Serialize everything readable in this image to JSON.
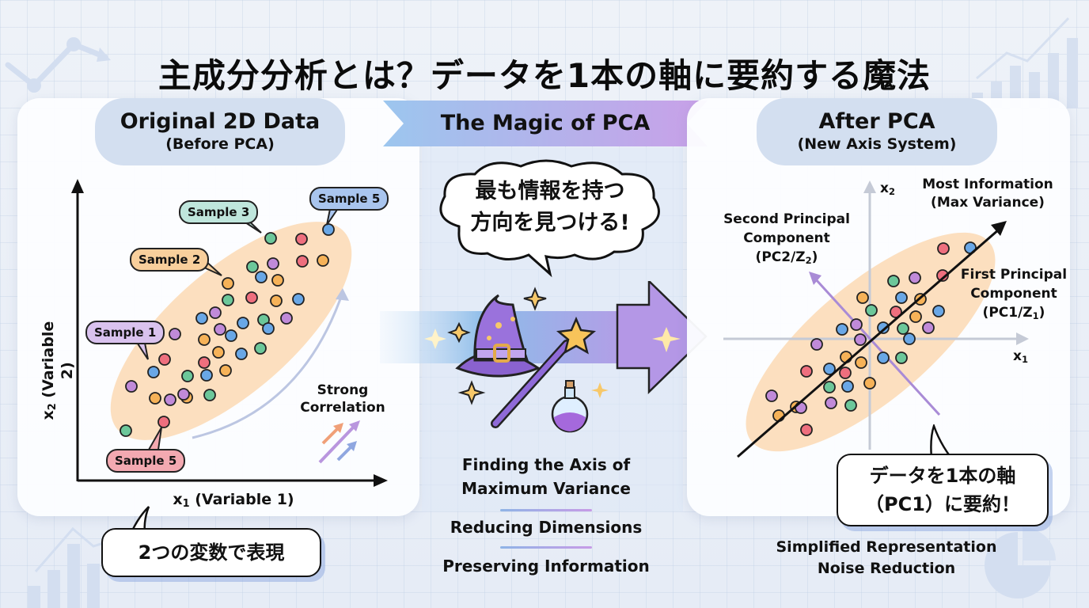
{
  "title": "主成分分析とは？データを1本の軸に要約する魔法",
  "left_panel": {
    "heading": "Original 2D Data",
    "subheading": "(Before PCA)",
    "y_axis_label_var": "x",
    "y_axis_label_sub": "2",
    "y_axis_label_rest": " (Variable 2)",
    "x_axis_label_var": "x",
    "x_axis_label_sub": "1",
    "x_axis_label_rest": " (Variable 1)",
    "sample_tags": [
      {
        "label": "Sample 3",
        "color": "#bfe6dc"
      },
      {
        "label": "Sample 5",
        "color": "#a9c5ee"
      },
      {
        "label": "Sample 2",
        "color": "#f8cf9c"
      },
      {
        "label": "Sample 1",
        "color": "#d9c2ee"
      },
      {
        "label": "Sample 5",
        "color": "#f3a9b1"
      }
    ],
    "annotation": "Strong\nCorrelation",
    "callout": "2つの変数で表現"
  },
  "center_panel": {
    "ribbon_title": "The Magic of PCA",
    "thought_bubble_line1": "最も情報を持つ",
    "thought_bubble_line2": "方向を見つける!",
    "caption_line1": "Finding the Axis of",
    "caption_line2": "Maximum Variance",
    "point1": "Reducing Dimensions",
    "point2": "Preserving Information"
  },
  "right_panel": {
    "heading": "After PCA",
    "subheading": "(New Axis System)",
    "x2_label": "x",
    "x2_sub": "2",
    "x1_label": "x",
    "x1_sub": "1",
    "most_info_line1": "Most Information",
    "most_info_line2": "(Max Variance)",
    "pc2_line1": "Second Principal",
    "pc2_line2": "Component",
    "pc2_line3_pre": "(PC2/Z",
    "pc2_line3_sub": "2",
    "pc2_line3_post": ")",
    "pc1_line1": "First Principal",
    "pc1_line2": "Component",
    "pc1_line3_pre": "(PC1/Z",
    "pc1_line3_sub": "1",
    "pc1_line3_post": ")",
    "callout_line1": "データを1本の軸",
    "callout_line2": "（PC1）に要約！",
    "footer_line1": "Simplified Representation",
    "footer_line2": "Noise Reduction"
  },
  "colors": {
    "point_green": "#6cc79a",
    "point_red": "#ee6f7e",
    "point_blue": "#69a7e6",
    "point_orange": "#f6b258",
    "point_purple": "#c08ad9",
    "ellipse": "#fbd9b4",
    "pc2_axis": "#a98bd6"
  },
  "left_points": [
    [
      "g",
      342,
      301
    ],
    [
      "r",
      381,
      302
    ],
    [
      "b",
      415,
      290
    ],
    [
      "o",
      408,
      329
    ],
    [
      "g",
      319,
      337
    ],
    [
      "p",
      345,
      333
    ],
    [
      "r",
      382,
      330
    ],
    [
      "o",
      288,
      358
    ],
    [
      "b",
      330,
      350
    ],
    [
      "o",
      351,
      354
    ],
    [
      "g",
      288,
      379
    ],
    [
      "r",
      318,
      376
    ],
    [
      "o",
      349,
      380
    ],
    [
      "b",
      377,
      378
    ],
    [
      "b",
      255,
      402
    ],
    [
      "p",
      272,
      395
    ],
    [
      "b",
      307,
      408
    ],
    [
      "g",
      333,
      404
    ],
    [
      "p",
      362,
      402
    ],
    [
      "p",
      278,
      416
    ],
    [
      "b",
      339,
      415
    ],
    [
      "p",
      221,
      422
    ],
    [
      "o",
      258,
      429
    ],
    [
      "b",
      292,
      424
    ],
    [
      "o",
      276,
      445
    ],
    [
      "b",
      305,
      447
    ],
    [
      "g",
      329,
      440
    ],
    [
      "r",
      208,
      454
    ],
    [
      "b",
      194,
      470
    ],
    [
      "g",
      237,
      475
    ],
    [
      "b",
      261,
      474
    ],
    [
      "r",
      258,
      458
    ],
    [
      "o",
      285,
      468
    ],
    [
      "p",
      166,
      488
    ],
    [
      "o",
      196,
      503
    ],
    [
      "o",
      236,
      502
    ],
    [
      "p",
      215,
      505
    ],
    [
      "p",
      232,
      498
    ],
    [
      "g",
      265,
      499
    ],
    [
      "r",
      207,
      533
    ],
    [
      "g",
      159,
      544
    ]
  ],
  "right_points": [
    [
      "r",
      1192,
      314
    ],
    [
      "b",
      1226,
      313
    ],
    [
      "g",
      1129,
      355
    ],
    [
      "p",
      1156,
      351
    ],
    [
      "r",
      1191,
      348
    ],
    [
      "o",
      1090,
      376
    ],
    [
      "b",
      1139,
      376
    ],
    [
      "o",
      1163,
      378
    ],
    [
      "g",
      1101,
      392
    ],
    [
      "r",
      1132,
      394
    ],
    [
      "o",
      1157,
      400
    ],
    [
      "b",
      1186,
      393
    ],
    [
      "p",
      1082,
      410
    ],
    [
      "b",
      1064,
      416
    ],
    [
      "b",
      1116,
      414
    ],
    [
      "g",
      1141,
      415
    ],
    [
      "p",
      1173,
      414
    ],
    [
      "p",
      1032,
      435
    ],
    [
      "p",
      1087,
      429
    ],
    [
      "b",
      1149,
      428
    ],
    [
      "o",
      1069,
      451
    ],
    [
      "o",
      1088,
      458
    ],
    [
      "b",
      1116,
      452
    ],
    [
      "g",
      1139,
      452
    ],
    [
      "r",
      1019,
      469
    ],
    [
      "b",
      1048,
      466
    ],
    [
      "r",
      1068,
      471
    ],
    [
      "g",
      1048,
      489
    ],
    [
      "b",
      1071,
      488
    ],
    [
      "o",
      1099,
      484
    ],
    [
      "p",
      975,
      500
    ],
    [
      "o",
      1006,
      514
    ],
    [
      "p",
      1012,
      515
    ],
    [
      "p",
      1050,
      509
    ],
    [
      "g",
      1075,
      512
    ],
    [
      "o",
      984,
      525
    ],
    [
      "r",
      1019,
      543
    ]
  ]
}
